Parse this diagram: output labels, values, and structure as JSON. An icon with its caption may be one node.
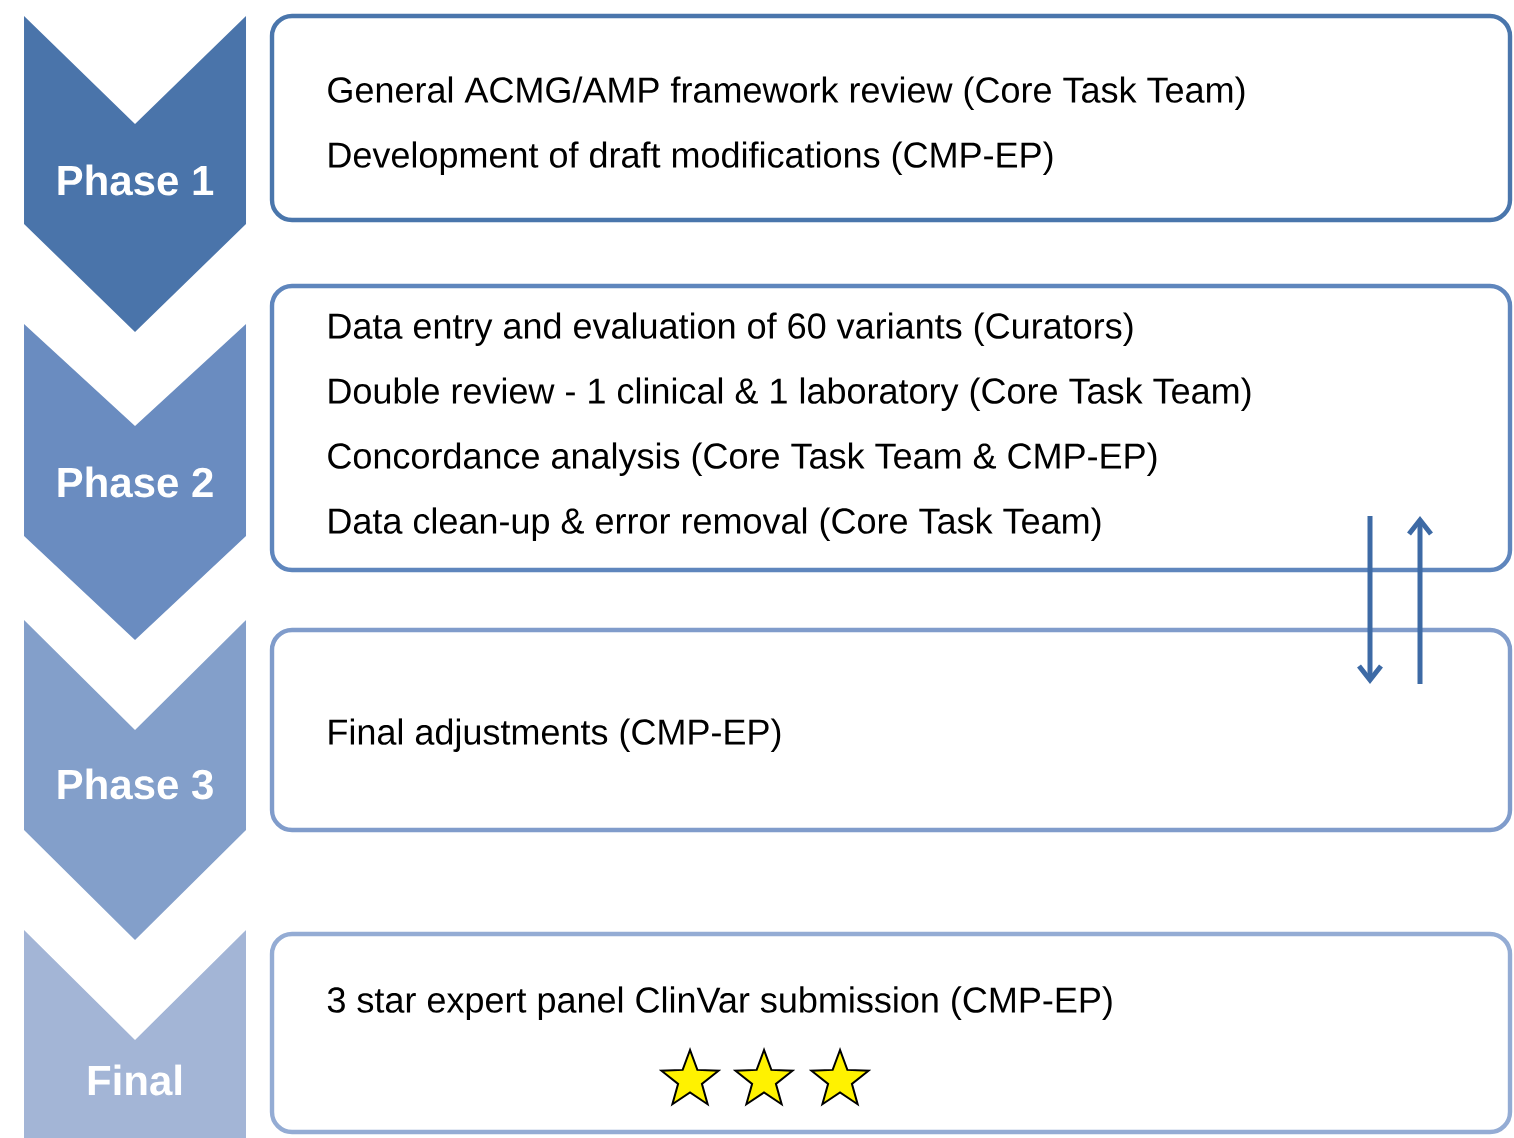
{
  "diagram": {
    "nodes": [
      {
        "text": [
          "Phase 1"
        ]
      },
      {
        "text": [
          "General ACMG/AMP framework review (Core Task Team)",
          "Development of draft modifications (CMP-EP)"
        ]
      },
      {
        "text": [
          "Phase 2"
        ]
      },
      {
        "text": [
          "Data entry and evaluation of 60 variants (Curators)",
          "Double review - 1 clinical & 1 laboratory (Core Task Team)",
          "Concordance analysis (Core Task Team & CMP-EP)",
          "Data clean-up & error removal (Core Task Team)"
        ]
      },
      {
        "text": [
          "Phase 3"
        ]
      },
      {
        "text": [
          "Final adjustments (CMP-EP)"
        ]
      },
      {
        "text": [
          "Final"
        ]
      },
      {
        "text": [
          "3 star expert panel ClinVar submission (CMP-EP)"
        ]
      }
    ],
    "edges": [
      {
        "from": 3,
        "to": 5,
        "arrow": "to"
      },
      {
        "from": 5,
        "to": 3,
        "arrow": "to"
      }
    ]
  }
}
